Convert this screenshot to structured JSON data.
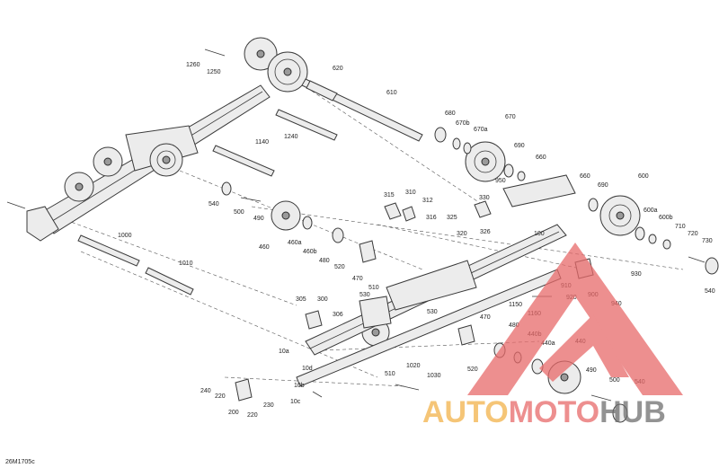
{
  "diagram": {
    "reference": "26M1705c",
    "labels": [
      {
        "id": "1260",
        "t": "1260"
      },
      {
        "id": "1250",
        "t": "1250"
      },
      {
        "id": "620",
        "t": "620"
      },
      {
        "id": "610",
        "t": "610"
      },
      {
        "id": "1240",
        "t": "1240"
      },
      {
        "id": "680",
        "t": "680"
      },
      {
        "id": "670b",
        "t": "670b"
      },
      {
        "id": "670a",
        "t": "670a"
      },
      {
        "id": "670",
        "t": "670"
      },
      {
        "id": "690a",
        "t": "690"
      },
      {
        "id": "660a",
        "t": "660"
      },
      {
        "id": "1140",
        "t": "1140"
      },
      {
        "id": "950",
        "t": "950"
      },
      {
        "id": "660b",
        "t": "660"
      },
      {
        "id": "690b",
        "t": "690"
      },
      {
        "id": "600",
        "t": "600"
      },
      {
        "id": "540a",
        "t": "540"
      },
      {
        "id": "500a",
        "t": "500"
      },
      {
        "id": "490a",
        "t": "490"
      },
      {
        "id": "315",
        "t": "315"
      },
      {
        "id": "310",
        "t": "310"
      },
      {
        "id": "312",
        "t": "312"
      },
      {
        "id": "325",
        "t": "325"
      },
      {
        "id": "330",
        "t": "330"
      },
      {
        "id": "316",
        "t": "316"
      },
      {
        "id": "320",
        "t": "320"
      },
      {
        "id": "326",
        "t": "326"
      },
      {
        "id": "600a",
        "t": "600a"
      },
      {
        "id": "600b",
        "t": "600b"
      },
      {
        "id": "710",
        "t": "710"
      },
      {
        "id": "720",
        "t": "720"
      },
      {
        "id": "730",
        "t": "730"
      },
      {
        "id": "460a",
        "t": "460a"
      },
      {
        "id": "460",
        "t": "460"
      },
      {
        "id": "460b",
        "t": "460b"
      },
      {
        "id": "480a",
        "t": "480"
      },
      {
        "id": "1000",
        "t": "1000"
      },
      {
        "id": "100",
        "t": "100"
      },
      {
        "id": "520a",
        "t": "520"
      },
      {
        "id": "470a",
        "t": "470"
      },
      {
        "id": "1010",
        "t": "1010"
      },
      {
        "id": "930a",
        "t": "930"
      },
      {
        "id": "540b",
        "t": "540"
      },
      {
        "id": "510a",
        "t": "510"
      },
      {
        "id": "530a",
        "t": "530"
      },
      {
        "id": "910",
        "t": "910"
      },
      {
        "id": "920",
        "t": "920"
      },
      {
        "id": "900",
        "t": "900"
      },
      {
        "id": "940",
        "t": "940"
      },
      {
        "id": "305",
        "t": "305"
      },
      {
        "id": "300",
        "t": "300"
      },
      {
        "id": "1150",
        "t": "1150"
      },
      {
        "id": "1160",
        "t": "1160"
      },
      {
        "id": "306",
        "t": "306"
      },
      {
        "id": "530b",
        "t": "530"
      },
      {
        "id": "470b",
        "t": "470"
      },
      {
        "id": "480b",
        "t": "480"
      },
      {
        "id": "440b",
        "t": "440b"
      },
      {
        "id": "440a",
        "t": "440a"
      },
      {
        "id": "440",
        "t": "440"
      },
      {
        "id": "10a",
        "t": "10a"
      },
      {
        "id": "10d",
        "t": "10d"
      },
      {
        "id": "1020",
        "t": "1020"
      },
      {
        "id": "520b",
        "t": "520"
      },
      {
        "id": "510b",
        "t": "510"
      },
      {
        "id": "1030",
        "t": "1030"
      },
      {
        "id": "490b",
        "t": "490"
      },
      {
        "id": "240",
        "t": "240"
      },
      {
        "id": "220a",
        "t": "220"
      },
      {
        "id": "10b",
        "t": "10b"
      },
      {
        "id": "500b",
        "t": "500"
      },
      {
        "id": "540c",
        "t": "540"
      },
      {
        "id": "230",
        "t": "230"
      },
      {
        "id": "200",
        "t": "200"
      },
      {
        "id": "220b",
        "t": "220"
      },
      {
        "id": "10c",
        "t": "10c"
      }
    ]
  },
  "watermark": {
    "word_a": "AUTO",
    "word_b": "MOTO",
    "word_c": "HUB",
    "color_orange": "#f2b24a",
    "color_red": "#e86a6a",
    "color_gray": "#6f6f6f"
  }
}
